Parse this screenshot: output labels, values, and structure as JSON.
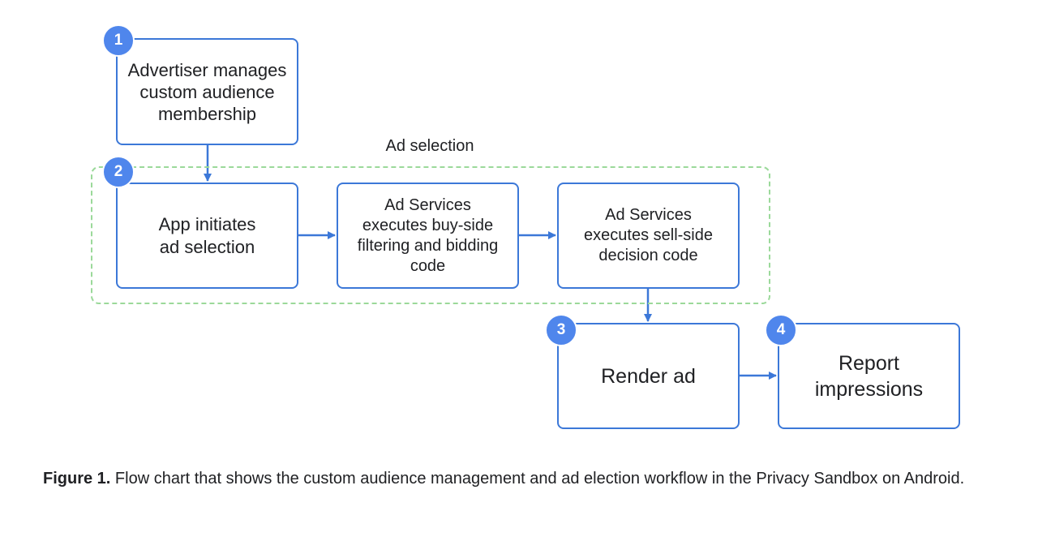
{
  "diagram": {
    "group_label": "Ad selection",
    "steps": [
      {
        "number": "1",
        "text": "Advertiser manages\ncustom audience\nmembership"
      },
      {
        "number": "2",
        "text": "App initiates\nad selection"
      },
      {
        "number": "",
        "text": "Ad Services\nexecutes buy-side\nfiltering and bidding\ncode"
      },
      {
        "number": "",
        "text": "Ad Services\nexecutes sell-side\ndecision code"
      },
      {
        "number": "3",
        "text": "Render ad"
      },
      {
        "number": "4",
        "text": "Report\nimpressions"
      }
    ],
    "colors": {
      "box_border": "#3c78d8",
      "arrow": "#3c78d8",
      "badge": "#4f86ec",
      "group_dashed": "#9bd99a"
    }
  },
  "caption": {
    "label": "Figure 1.",
    "text": "Flow chart that shows the custom audience management and ad election workflow in the Privacy Sandbox on Android."
  }
}
